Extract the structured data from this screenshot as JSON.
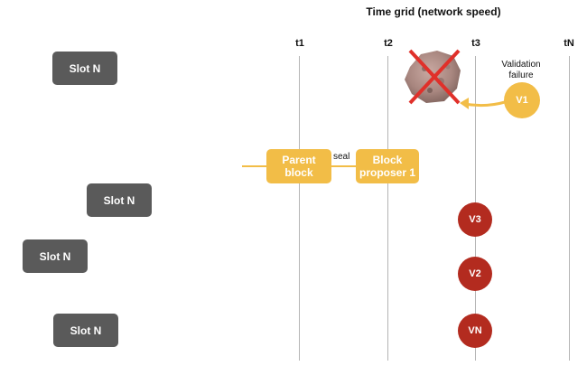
{
  "title": "Time grid (network speed)",
  "time_labels": [
    "t1",
    "t2",
    "t3",
    "tN"
  ],
  "slots": [
    "Slot N",
    "Slot N",
    "Slot N",
    "Slot N"
  ],
  "parent_block": "Parent\nblock",
  "seal_label": "seal",
  "block_proposer": "Block\nproposer 1",
  "validation_failure": "Validation\nfailure",
  "validators": {
    "v1": "V1",
    "v3": "V3",
    "v2": "V2",
    "vn": "VN"
  },
  "colors": {
    "slot_bg": "#5a5a5a",
    "block_yellow": "#f2bd47",
    "validator_red": "#b32b1f",
    "cross_red": "#e0302a"
  }
}
